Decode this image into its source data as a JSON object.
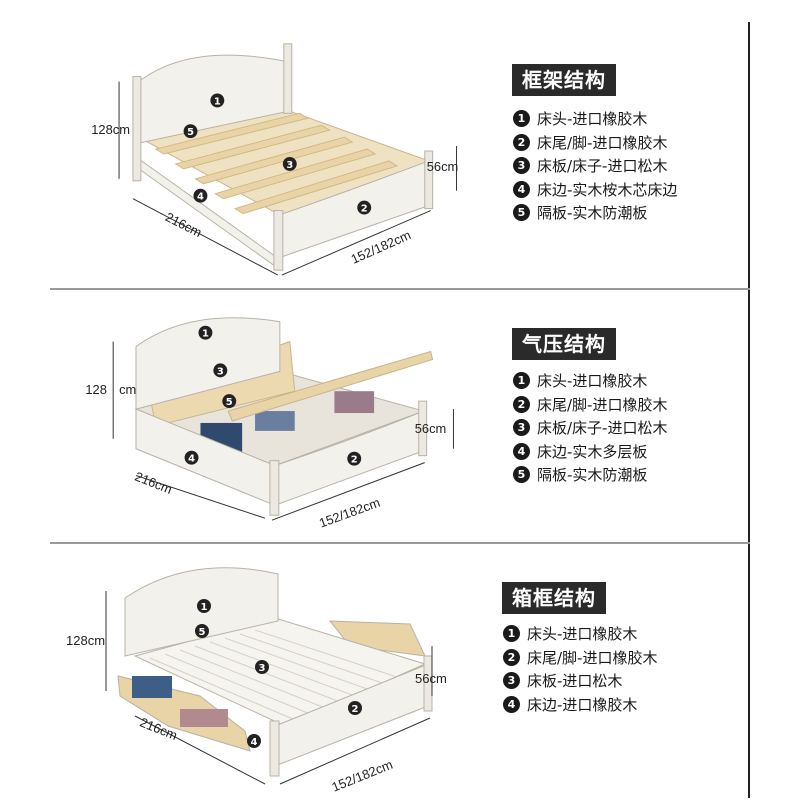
{
  "sections": [
    {
      "title": "框架结构",
      "dims": {
        "height": "128cm",
        "side": "56cm",
        "length": "216cm",
        "width": "152/182cm"
      },
      "specs": [
        {
          "num": "1",
          "text": "床头-进口橡胶木"
        },
        {
          "num": "2",
          "text": "床尾/脚-进口橡胶木"
        },
        {
          "num": "3",
          "text": "床板/床子-进口松木"
        },
        {
          "num": "4",
          "text": "床边-实木桉木芯床边"
        },
        {
          "num": "5",
          "text": "隔板-实木防潮板"
        }
      ]
    },
    {
      "title": "气压结构",
      "dims": {
        "height": "128",
        "height_unit": "cm",
        "side": "56cm",
        "length": "216cm",
        "width": "152/182cm"
      },
      "specs": [
        {
          "num": "1",
          "text": "床头-进口橡胶木"
        },
        {
          "num": "2",
          "text": "床尾/脚-进口橡胶木"
        },
        {
          "num": "3",
          "text": "床板/床子-进口松木"
        },
        {
          "num": "4",
          "text": "床边-实木多层板"
        },
        {
          "num": "5",
          "text": "隔板-实木防潮板"
        }
      ]
    },
    {
      "title": "箱框结构",
      "dims": {
        "height": "128cm",
        "side": "56cm",
        "length": "216cm",
        "width": "152/182cm"
      },
      "specs": [
        {
          "num": "1",
          "text": "床头-进口橡胶木"
        },
        {
          "num": "2",
          "text": "床尾/脚-进口橡胶木"
        },
        {
          "num": "3",
          "text": "床板-进口松木"
        },
        {
          "num": "4",
          "text": "床边-进口橡胶木"
        }
      ]
    }
  ],
  "colors": {
    "frame": "#f3f1ec",
    "slat": "#e9d4a8",
    "outline": "#b8b2a6",
    "label_bg": "#2a2a2a"
  }
}
